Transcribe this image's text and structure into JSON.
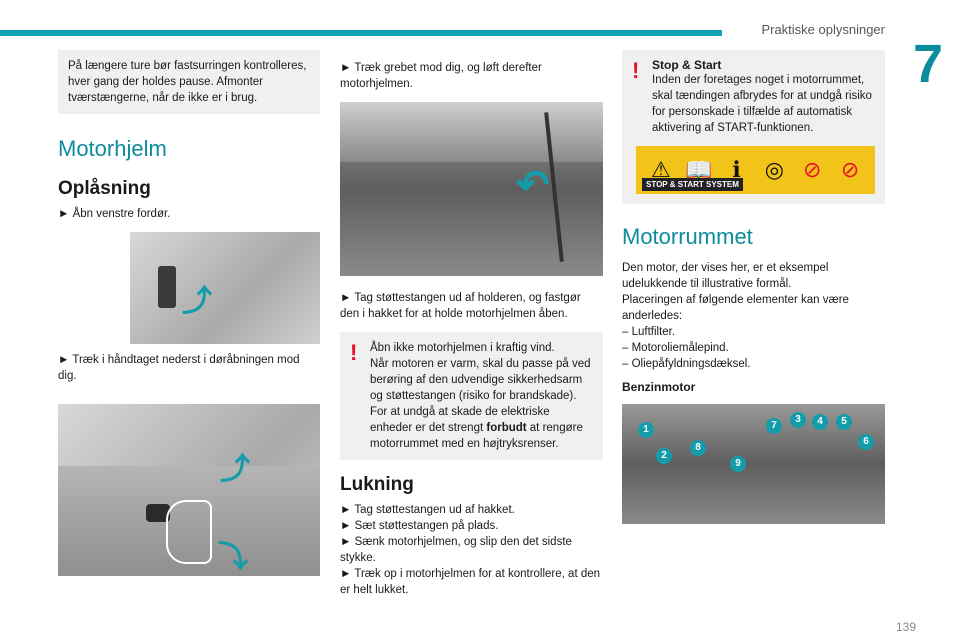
{
  "header": {
    "title": "Praktiske oplysninger",
    "chapter": "7"
  },
  "col1": {
    "note": "På længere ture bør fastsurringen kontrolleres, hver gang der holdes pause. Afmonter tværstængerne, når de ikke er i brug.",
    "section_title": "Motorhjelm",
    "subsection_title": "Oplåsning",
    "step1": "► Åbn venstre fordør.",
    "step2": "► Træk i håndtaget nederst i døråbningen mod dig."
  },
  "col2": {
    "step1": "► Træk grebet mod dig, og løft derefter motorhjelmen.",
    "step2": "► Tag støttestangen ud af holderen, og fastgør den i hakket for at holde motorhjelmen åben.",
    "warning_p1": "Åbn ikke motorhjelmen i kraftig vind.",
    "warning_p2": "Når motoren er varm, skal du passe på ved berøring af den udvendige sikkerhedsarm og støttestangen (risiko for brandskade).",
    "warning_p3_pre": "For at undgå at skade de elektriske enheder er det strengt ",
    "warning_p3_bold": "forbudt",
    "warning_p3_post": " at rengøre motorrummet med en højtryksrenser.",
    "closing_title": "Lukning",
    "closing_steps": [
      "► Tag støttestangen ud af hakket.",
      "► Sæt støttestangen på plads.",
      "► Sænk motorhjelmen, og slip den det sidste stykke.",
      "► Træk op i motorhjelmen for at kontrollere, at den er helt lukket."
    ]
  },
  "col3": {
    "stop_start_title": "Stop & Start",
    "stop_start_text": "Inden der foretages noget i motorrummet, skal tændingen afbrydes for at undgå risiko for personskade i tilfælde af automatisk aktivering af START-funktionen.",
    "stop_start_label": "STOP & START SYSTEM",
    "section_title": "Motorrummet",
    "intro_p1": "Den motor, der vises her, er et eksempel udelukkende til illustrative formål.",
    "intro_p2": "Placeringen af følgende elementer kan være anderledes:",
    "list": [
      "– Luftfilter.",
      "– Motoroliemålepind.",
      "– Oliepåfyldningsdæksel."
    ],
    "subheading": "Benzinmotor",
    "callouts": [
      "1",
      "2",
      "3",
      "4",
      "5",
      "6",
      "7",
      "8",
      "9"
    ]
  },
  "page_number": "139",
  "colors": {
    "accent": "#0d8c9e",
    "warning": "#e8102a",
    "picto_bg": "#f2c318"
  },
  "icons": [
    "warning-triangle-icon",
    "manual-book-icon",
    "info-icon",
    "coil-icon",
    "no-pacemaker-icon",
    "no-smoking-icon"
  ]
}
